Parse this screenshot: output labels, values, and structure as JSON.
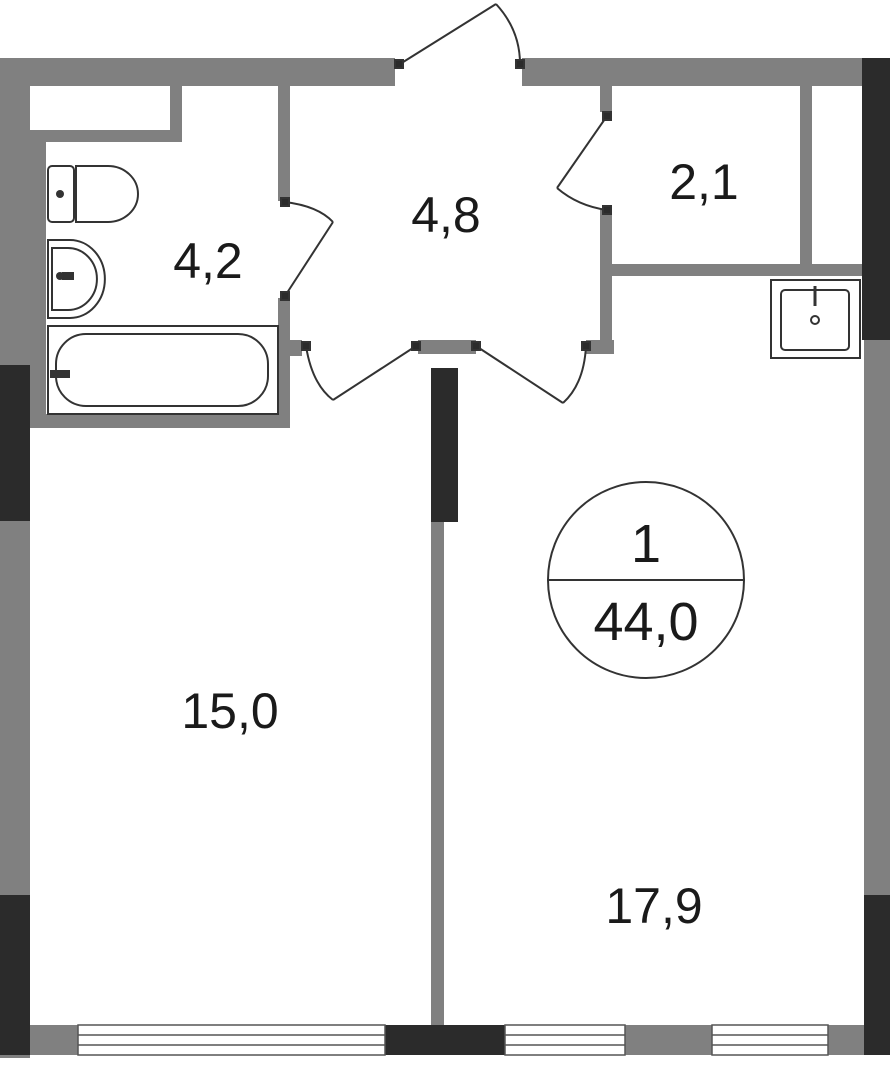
{
  "plan": {
    "rooms": {
      "bathroom": "4,2",
      "hallway": "4,8",
      "storage": "2,1",
      "bedroom": "15,0",
      "living_kitchen": "17,9"
    },
    "badge": {
      "rooms_count": "1",
      "total_area": "44,0"
    }
  },
  "colors": {
    "wall": "#808080",
    "load_bearing": "#2b2b2b",
    "line": "#333333",
    "background": "#ffffff"
  }
}
